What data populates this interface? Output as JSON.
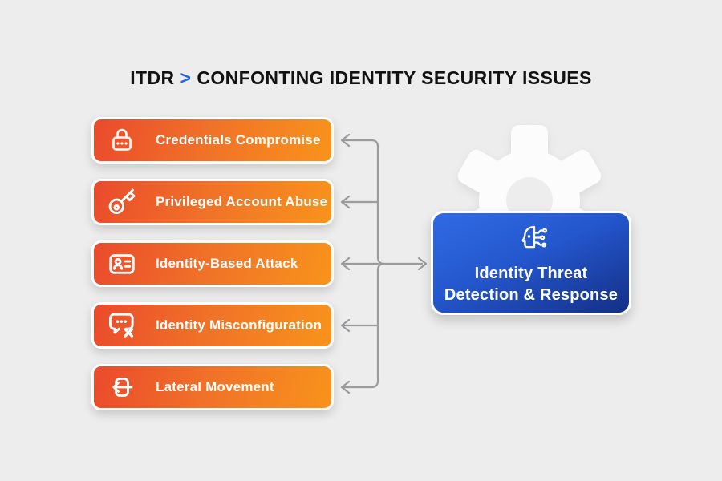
{
  "background_color": "#EDEDED",
  "title": {
    "prefix": "ITDR",
    "separator": ">",
    "separator_color": "#2563EB",
    "text": "CONFONTING IDENTITY SECURITY ISSUES"
  },
  "issues": [
    {
      "label": "Credentials Compromise",
      "icon": "lock-icon"
    },
    {
      "label": "Privileged Account Abuse",
      "icon": "key-icon"
    },
    {
      "label": "Identity-Based Attack",
      "icon": "id-card-icon"
    },
    {
      "label": "Identity Misconfiguration",
      "icon": "chat-error-icon"
    },
    {
      "label": "Lateral Movement",
      "icon": "lateral-movement-icon"
    }
  ],
  "target": {
    "line1": "Identity Threat",
    "line2": "Detection & Response",
    "icon": "ai-head-icon"
  },
  "decorations": {
    "gear_icon": "gear-icon",
    "gear_color": "#FCFCFC"
  },
  "colors": {
    "issue_gradient_start": "#EA4A2C",
    "issue_gradient_end": "#F8931B",
    "target_gradient_start": "#306BE4",
    "target_gradient_end": "#142F86",
    "connector": "#9B9B9B",
    "card_border": "#FFFFFF",
    "title_text": "#121212"
  }
}
